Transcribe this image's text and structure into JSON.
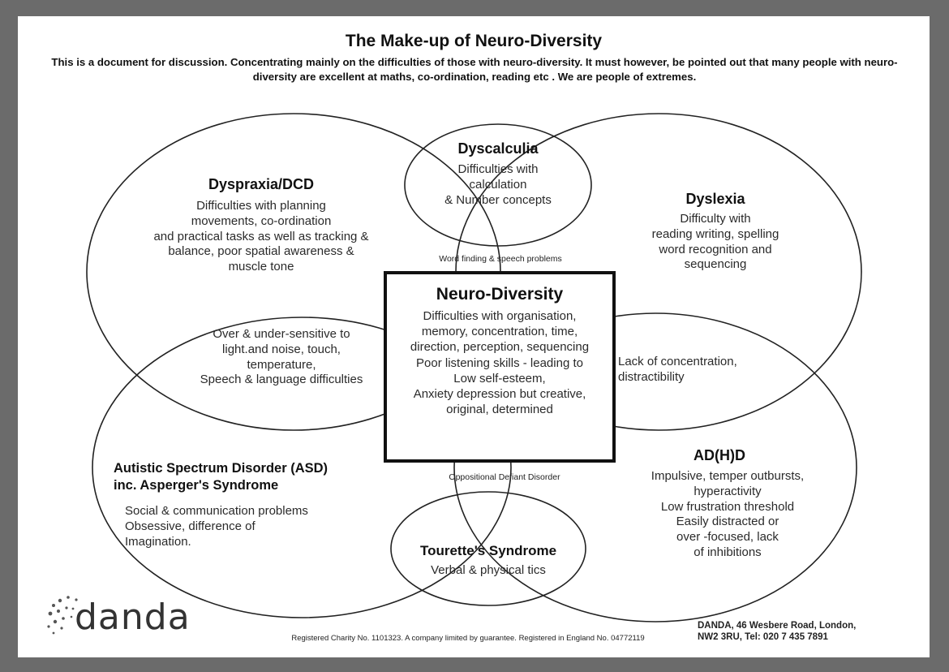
{
  "header": {
    "title": "The Make-up of  Neuro-Diversity",
    "subtitle": "This is a document for discussion. Concentrating mainly on the difficulties of those with neuro-diversity. It must however, be pointed out that many people with neuro-diversity are excellent at maths, co-ordination, reading etc . We are people of extremes."
  },
  "dyscalculia": {
    "heading": "Dyscalculia",
    "body": "Difficulties with\ncalculation\n& Number concepts"
  },
  "dyspraxia": {
    "heading": "Dyspraxia/DCD",
    "body": "Difficulties with planning\nmovements, co-ordination\nand practical tasks as well as tracking &\nbalance, poor spatial awareness &\nmuscle tone"
  },
  "dyslexia": {
    "heading": "Dyslexia",
    "body": "Difficulty with\nreading writing, spelling\nword recognition and\nsequencing"
  },
  "overlaps": {
    "word_finding": "Word finding & speech problems",
    "sensory": "Over & under-sensitive to\nlight.and noise, touch,\ntemperature,\nSpeech & language difficulties",
    "concentration": "Lack of concentration,\ndistractibility",
    "odd": "Oppositional Defiant Disorder"
  },
  "center": {
    "heading": "Neuro-Diversity",
    "body": "Difficulties with organisation,\nmemory, concentration, time,\ndirection, perception, sequencing\nPoor listening skills - leading to\nLow self-esteem,\nAnxiety depression but creative,\noriginal, determined"
  },
  "asd": {
    "heading": "Autistic Spectrum Disorder (ASD)\ninc. Asperger's Syndrome",
    "body": "Social & communication problems\n        Obsessive, difference of\n         Imagination."
  },
  "adhd": {
    "heading": "AD(H)D",
    "body": "Impulsive, temper  outbursts,\nhyperactivity\nLow frustration threshold\nEasily distracted or\nover -focused, lack\nof inhibitions"
  },
  "tourettes": {
    "heading": "Tourette's Syndrome",
    "body": "Verbal & physical tics"
  },
  "footer": {
    "logo_text": "danda",
    "registration": "Registered Charity No. 1101323.  A company limited by guarantee. Registered in England No. 04772119",
    "address": "DANDA, 46 Wesbere Road, London,\nNW2 3RU,  Tel: 020 7 435 7891"
  },
  "colors": {
    "frame": "#6b6b6b",
    "paper": "#ffffff",
    "line": "#222222"
  },
  "icons": {
    "logo_mark": "dotted-spiral-icon"
  }
}
